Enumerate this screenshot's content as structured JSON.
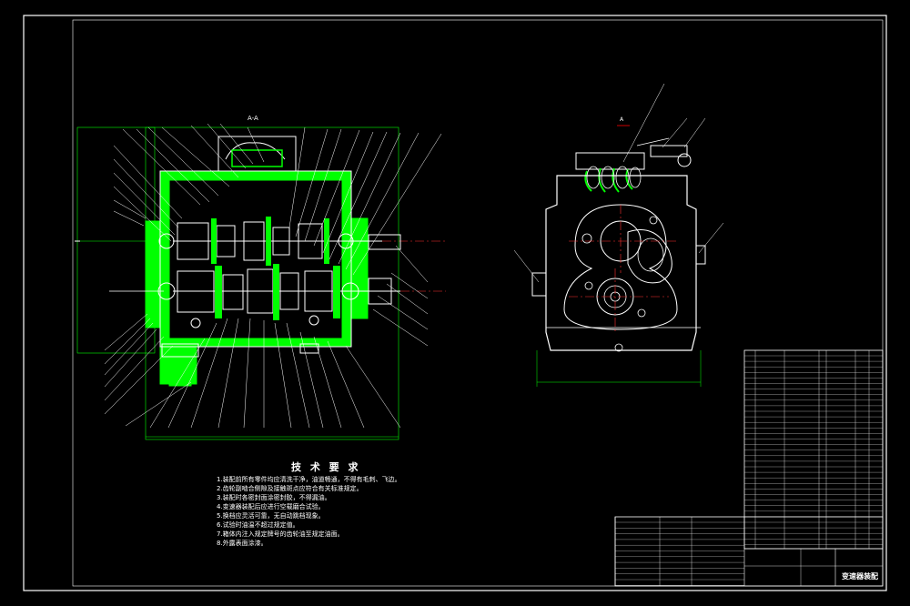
{
  "drawing": {
    "section_label": "A-A",
    "view_label": "A",
    "notes_title": "技 术 要 求",
    "notes": [
      "1.装配前所有零件均应清洗干净，油道畅通，不得有毛刺、飞边。",
      "2.齿轮副啮合侧隙及接触斑点应符合有关标准规定。",
      "3.装配时各密封面涂密封胶，不得漏油。",
      "4.变速器装配后应进行空载磨合试验。",
      "5.换档应灵活可靠，无自动跳档现象。",
      "6.试验时油温不超过规定值。",
      "7.箱体内注入规定牌号的齿轮油至规定油面。",
      "8.外露表面涂漆。"
    ],
    "title_block_name": "变速器装配",
    "colors": {
      "frame": "#ffffff",
      "outline": "#ffffff",
      "hatch": "#00ff00",
      "leader": "#ffffff",
      "center_line": "#ff3030",
      "dim_line": "#00ff00",
      "accent": "#ff0000"
    }
  }
}
